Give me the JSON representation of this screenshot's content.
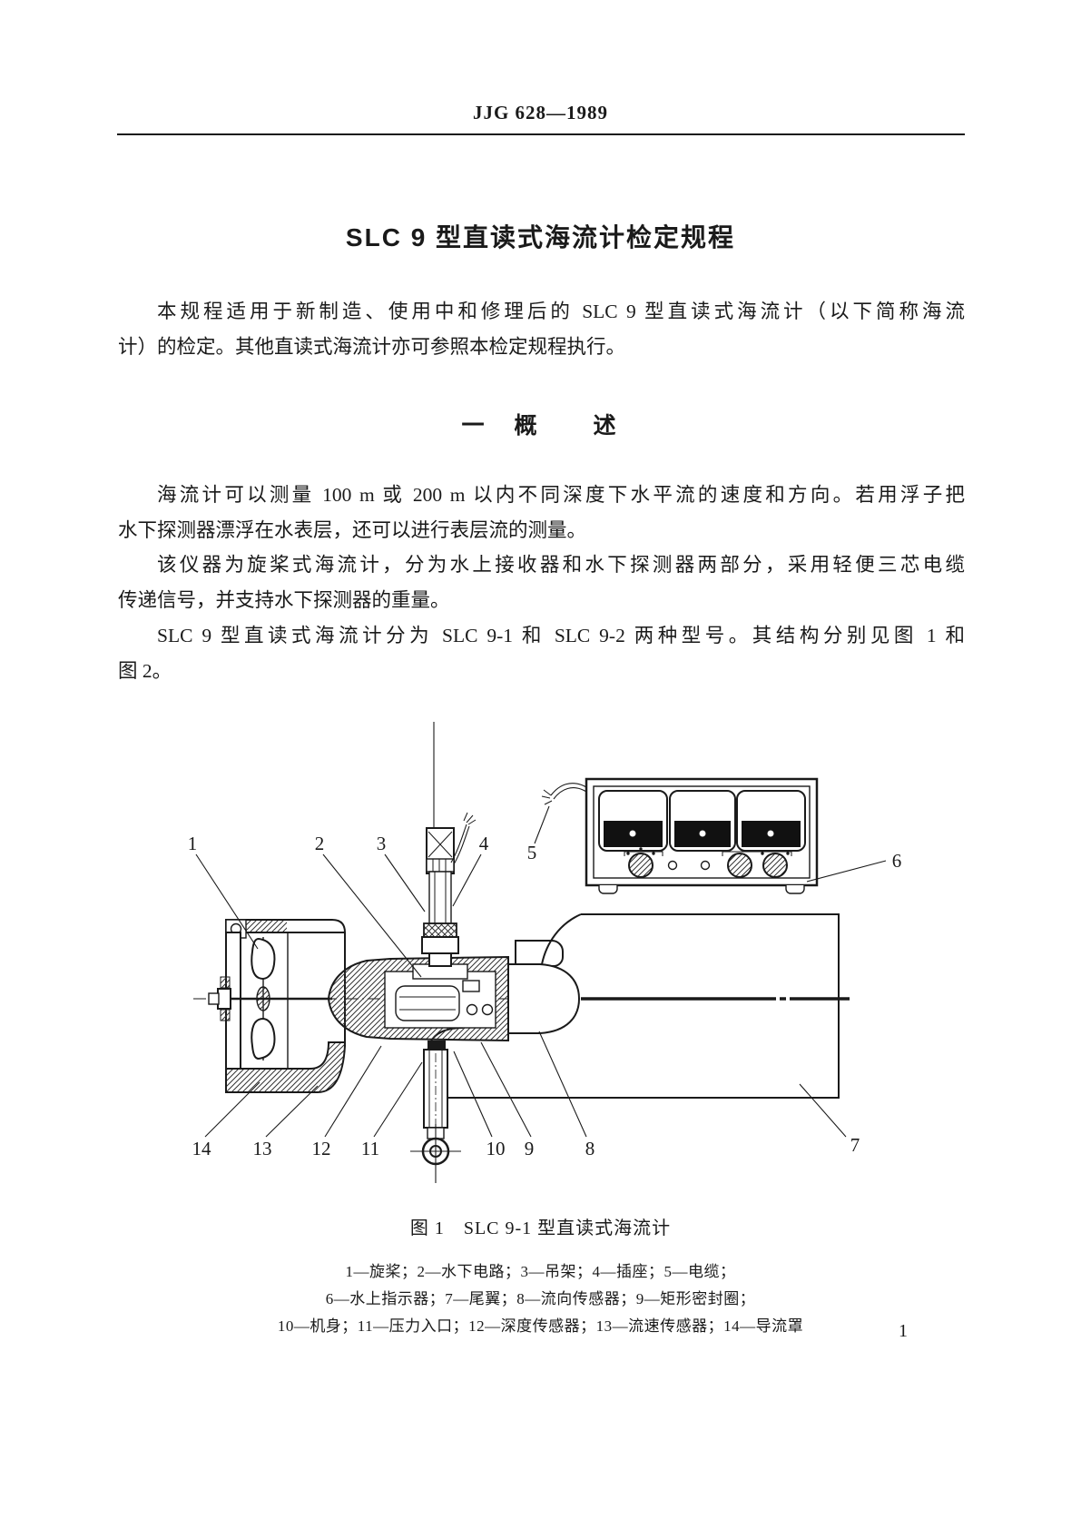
{
  "colors": {
    "ink": "#1a1a1a",
    "paper": "#ffffff"
  },
  "page": {
    "header": "JJG 628—1989",
    "title": "SLC 9 型直读式海流计检定规程",
    "page_number": "1"
  },
  "content": {
    "p1": [
      "本规程适用于新制造、使用中和修理后的 SLC 9 型直读式海流计（以下简称海流",
      "计）的检定。其他直读式海流计亦可参照本检定规程执行。"
    ],
    "section_heading": "一　概　　述",
    "p2": [
      "海流计可以测量 100 m 或 200 m 以内不同深度下水平流的速度和方向。若用浮子把",
      "水下探测器漂浮在水表层，还可以进行表层流的测量。"
    ],
    "p3": [
      "该仪器为旋桨式海流计，分为水上接收器和水下探测器两部分，采用轻便三芯电缆",
      "传递信号，并支持水下探测器的重量。"
    ],
    "p4": [
      "SLC 9 型直读式海流计分为 SLC 9-1 和 SLC 9-2 两种型号。其结构分别见图 1 和",
      "图 2。"
    ]
  },
  "figure": {
    "caption": "图 1　SLC 9-1 型直读式海流计",
    "legend": [
      "1—旋桨；2—水下电路；3—吊架；4—插座；5—电缆；",
      "6—水上指示器；7—尾翼；8—流向传感器；9—矩形密封圈；",
      "10—机身；11—压力入口；12—深度传感器；13—流速传感器；14—导流罩"
    ],
    "callouts": {
      "c1": "1",
      "c2": "2",
      "c3": "3",
      "c4": "4",
      "c5": "5",
      "c6": "6",
      "c7": "7",
      "c8": "8",
      "c9": "9",
      "c10": "10",
      "c11": "11",
      "c12": "12",
      "c13": "13",
      "c14": "14"
    }
  }
}
